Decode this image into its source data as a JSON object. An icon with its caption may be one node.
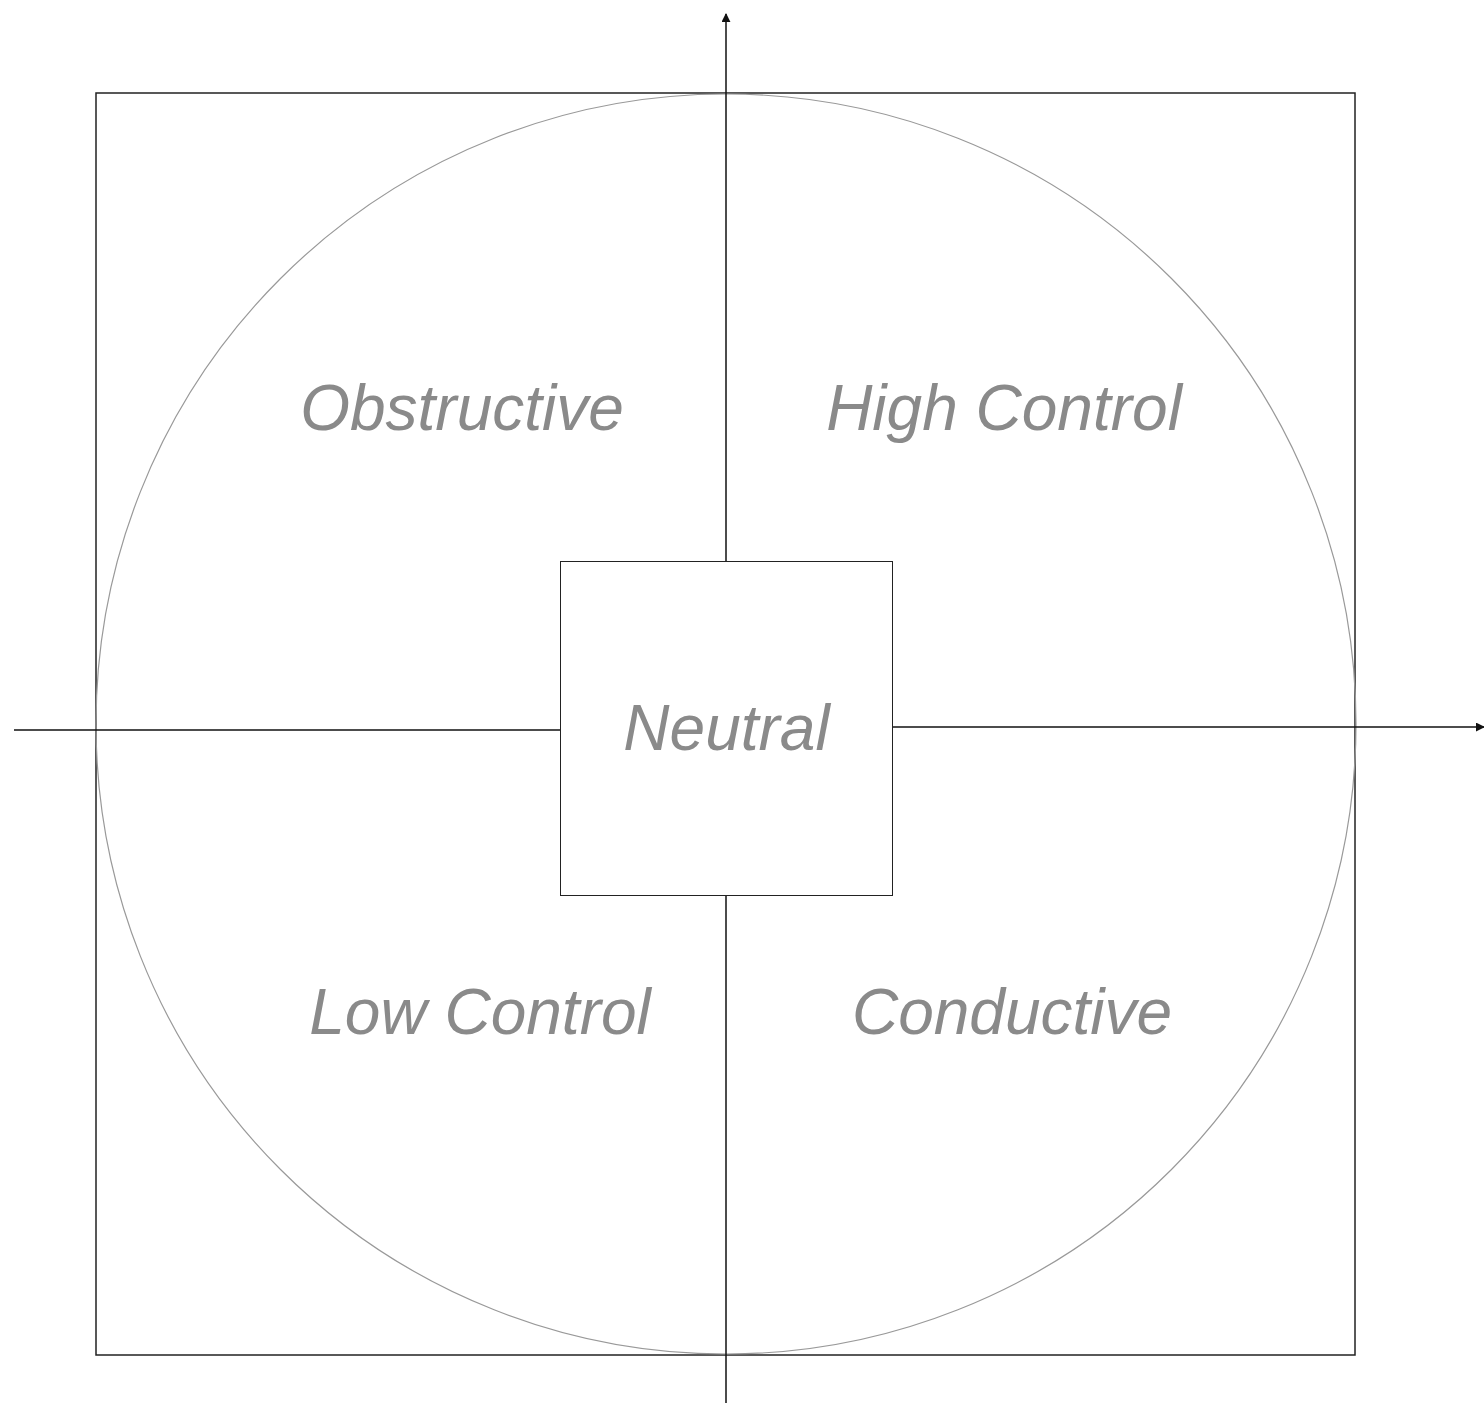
{
  "diagram": {
    "nodes": [
      {
        "text": [
          "Neutral"
        ]
      }
    ],
    "labels": [
      "Obstructive",
      "High Control",
      "Low Control",
      "Conductive"
    ]
  }
}
